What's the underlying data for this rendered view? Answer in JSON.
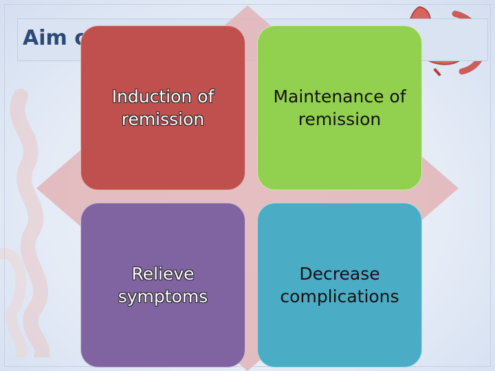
{
  "slide": {
    "title": "Aim of",
    "colors": {
      "title_bar": "#d9e3f1",
      "title_text": "#2b4a78",
      "diamond": "#e2b4b6"
    }
  },
  "quadrants": [
    {
      "label": "Induction of remission",
      "color": "#c0504d"
    },
    {
      "label": "Maintenance of remission",
      "color": "#92d050"
    },
    {
      "label": "Relieve symptoms",
      "color": "#8064a2"
    },
    {
      "label": "Decrease complications",
      "color": "#4bacc6"
    }
  ]
}
